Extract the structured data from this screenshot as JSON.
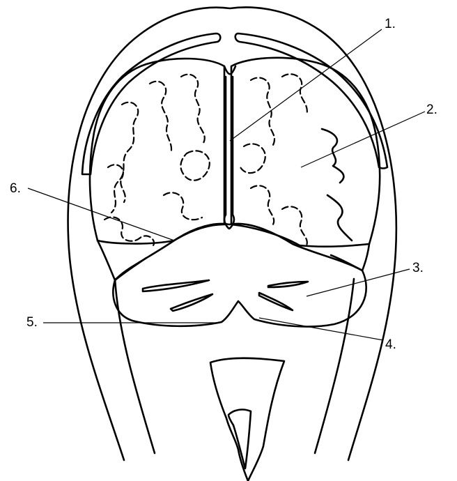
{
  "labels": {
    "l1": "1.",
    "l2": "2.",
    "l3": "3.",
    "l4": "4.",
    "l5": "5.",
    "l6": "6."
  },
  "colors": {
    "line": "#000000",
    "background": "#ffffff"
  }
}
